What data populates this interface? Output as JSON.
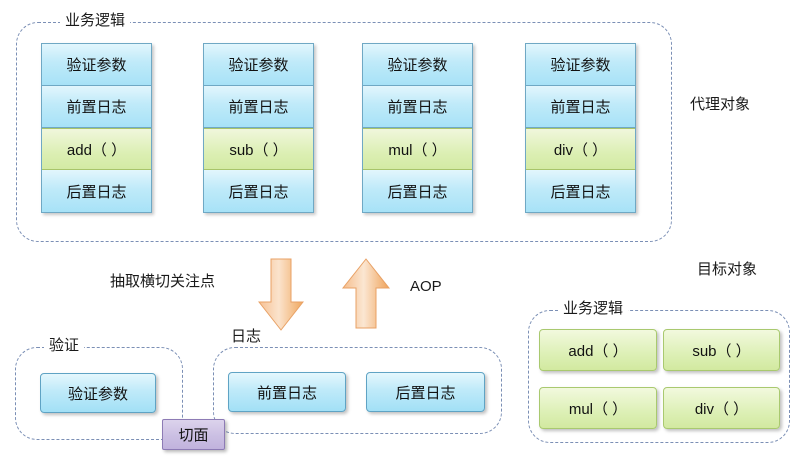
{
  "diagram": {
    "title_hidden": "",
    "colors": {
      "blue_fill": "#bfeaf9",
      "green_fill": "#dcefb4",
      "purple_fill": "#cbbfe3",
      "arrow_orange": "#f2b277",
      "dash_border": "#7b8fb5"
    }
  },
  "proxy_section": {
    "group_label": "业务逻辑",
    "side_label": "代理对象",
    "columns": [
      {
        "cells": [
          "验证参数",
          "前置日志",
          "add（ ）",
          "后置日志"
        ]
      },
      {
        "cells": [
          "验证参数",
          "前置日志",
          "sub（ ）",
          "后置日志"
        ]
      },
      {
        "cells": [
          "验证参数",
          "前置日志",
          "mul（ ）",
          "后置日志"
        ]
      },
      {
        "cells": [
          "验证参数",
          "前置日志",
          "div（ ）",
          "后置日志"
        ]
      }
    ]
  },
  "middle": {
    "extract_label": "抽取横切关注点",
    "aop_label": "AOP",
    "down_arrow_name": "down-arrow",
    "up_arrow_name": "up-arrow"
  },
  "aspect_section": {
    "validate_group_label": "验证",
    "log_group_label": "日志",
    "aspect_badge": "切面",
    "validate_boxes": [
      "验证参数"
    ],
    "log_boxes": [
      "前置日志",
      "后置日志"
    ]
  },
  "target_section": {
    "side_label": "目标对象",
    "group_label": "业务逻辑",
    "methods": [
      "add（ ）",
      "sub（ ）",
      "mul（ ）",
      "div（ ）"
    ]
  }
}
